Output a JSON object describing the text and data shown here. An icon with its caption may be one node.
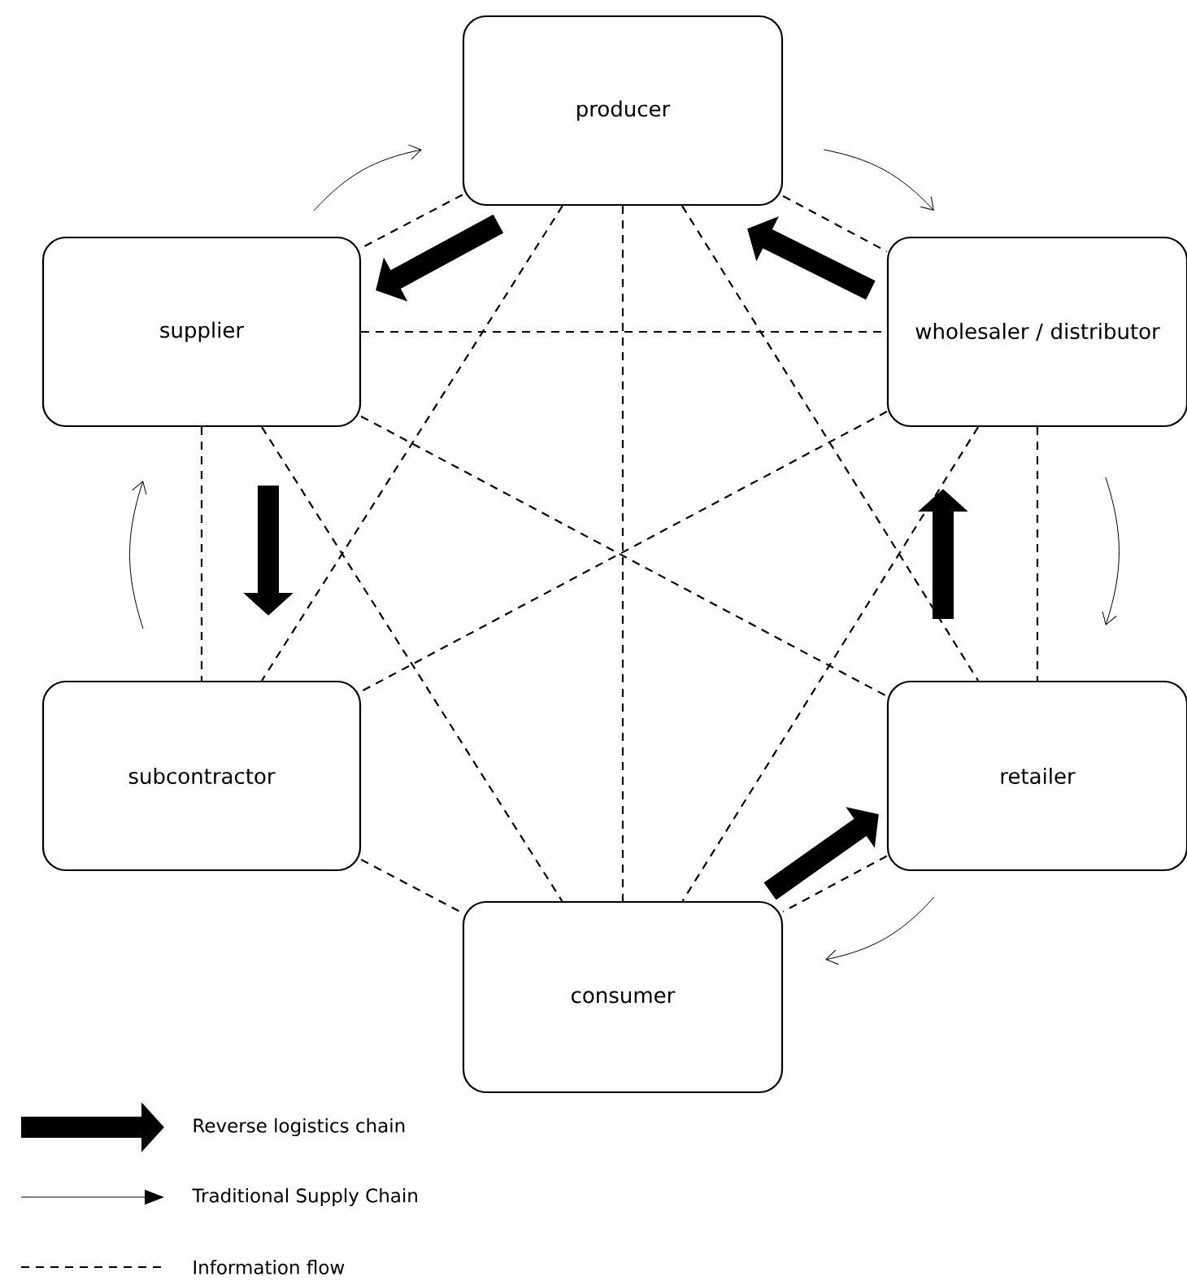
{
  "diagram": {
    "nodes": [
      {
        "text": [
          "producer"
        ]
      },
      {
        "text": [
          "supplier"
        ]
      },
      {
        "text": [
          "wholesaler / distributor"
        ]
      },
      {
        "text": [
          "subcontractor"
        ]
      },
      {
        "text": [
          "retailer"
        ]
      },
      {
        "text": [
          "consumer"
        ]
      }
    ],
    "edges": [
      {
        "from": 0,
        "to": 1,
        "arrow": "to",
        "style": "thick"
      },
      {
        "from": 2,
        "to": 0,
        "arrow": "to",
        "style": "thick"
      },
      {
        "from": 1,
        "to": 3,
        "arrow": "to",
        "style": "thick"
      },
      {
        "from": 4,
        "to": 2,
        "arrow": "to",
        "style": "thick"
      },
      {
        "from": 5,
        "to": 4,
        "arrow": "to",
        "style": "thick"
      },
      {
        "from": 1,
        "to": 0,
        "arrow": "to"
      },
      {
        "from": 0,
        "to": 2,
        "arrow": "to"
      },
      {
        "from": 2,
        "to": 4,
        "arrow": "to"
      },
      {
        "from": 4,
        "to": 5,
        "arrow": "to"
      },
      {
        "from": 3,
        "to": 1,
        "arrow": "to"
      },
      {
        "from": 0,
        "to": 1,
        "arrow": "none",
        "style": "dashed"
      },
      {
        "from": 0,
        "to": 2,
        "arrow": "none",
        "style": "dashed"
      },
      {
        "from": 0,
        "to": 3,
        "arrow": "none",
        "style": "dashed"
      },
      {
        "from": 0,
        "to": 4,
        "arrow": "none",
        "style": "dashed"
      },
      {
        "from": 0,
        "to": 5,
        "arrow": "none",
        "style": "dashed"
      },
      {
        "from": 1,
        "to": 2,
        "arrow": "none",
        "style": "dashed"
      },
      {
        "from": 1,
        "to": 3,
        "arrow": "none",
        "style": "dashed"
      },
      {
        "from": 1,
        "to": 4,
        "arrow": "none",
        "style": "dashed"
      },
      {
        "from": 1,
        "to": 5,
        "arrow": "none",
        "style": "dashed"
      },
      {
        "from": 2,
        "to": 3,
        "arrow": "none",
        "style": "dashed"
      },
      {
        "from": 2,
        "to": 4,
        "arrow": "none",
        "style": "dashed"
      },
      {
        "from": 2,
        "to": 5,
        "arrow": "none",
        "style": "dashed"
      },
      {
        "from": 3,
        "to": 5,
        "arrow": "none",
        "style": "dashed"
      },
      {
        "from": 4,
        "to": 5,
        "arrow": "none",
        "style": "dashed"
      }
    ],
    "legend": [
      {
        "text": "Reverse logistics chain"
      },
      {
        "text": "Traditional Supply Chain"
      },
      {
        "text": "Information flow"
      }
    ]
  }
}
